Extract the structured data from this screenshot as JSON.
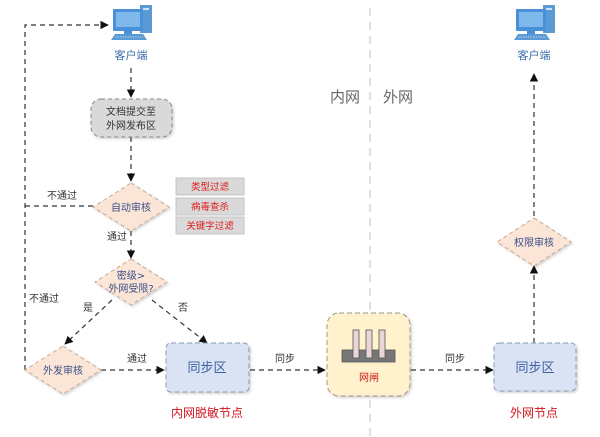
{
  "zones": {
    "inner": "内网",
    "outer": "外网"
  },
  "clients": {
    "inner": "客户端",
    "outer": "客户端"
  },
  "submit_box": {
    "line1": "文档提交至",
    "line2": "外网发布区"
  },
  "auto_review": {
    "label": "自动审核",
    "pass": "通过",
    "fail": "不通过"
  },
  "filters": [
    "类型过滤",
    "病毒查杀",
    "关键字过滤"
  ],
  "classification": {
    "line1": "密级>",
    "line2": "外网受限?",
    "yes": "是",
    "no": "否",
    "fail": "不通过"
  },
  "outgoing_review": {
    "label": "外发审核",
    "pass": "通过"
  },
  "inner_sync": {
    "label": "同步区",
    "node_title": "内网脱敏节点"
  },
  "gateway": {
    "label": "网闸"
  },
  "sync_labels": {
    "left": "同步",
    "right": "同步"
  },
  "outer_sync": {
    "label": "同步区",
    "node_title": "外网节点"
  },
  "permission_review": {
    "label": "权限审核"
  },
  "colors": {
    "diamond_fill": "#fbe5d6",
    "sync_fill": "#dae3f3",
    "gateway_fill": "#fff2cc",
    "submit_fill": "#d9d9d9",
    "filter_fill": "#d9d9d9",
    "accent_red": "#d0141f",
    "client_blue": "#4a90d9"
  }
}
